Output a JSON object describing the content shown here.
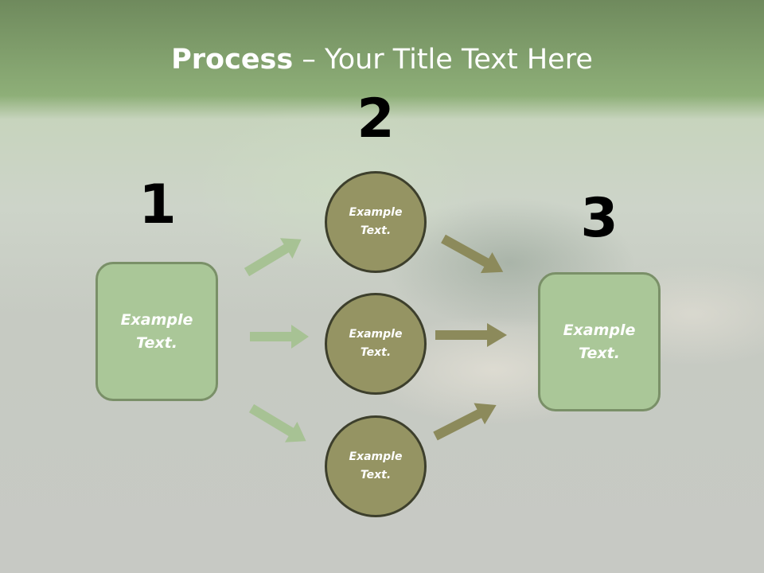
{
  "title": {
    "bold_part": "Process",
    "rest": " – Your Title Text Here"
  },
  "steps": {
    "one": {
      "number": "1",
      "box_text": "Example Text."
    },
    "two": {
      "number": "2",
      "circles": [
        "Example Text.",
        "Example Text.",
        "Example Text."
      ]
    },
    "three": {
      "number": "3",
      "box_text": "Example Text."
    }
  },
  "colors": {
    "box_fill": "#aac798",
    "box_border": "#7a9068",
    "circle_fill": "#959463",
    "circle_border": "#3d3f2c",
    "left_arrow": "#a7c294",
    "right_arrow": "#8c8a5b",
    "header_green": "#8eaf78"
  }
}
